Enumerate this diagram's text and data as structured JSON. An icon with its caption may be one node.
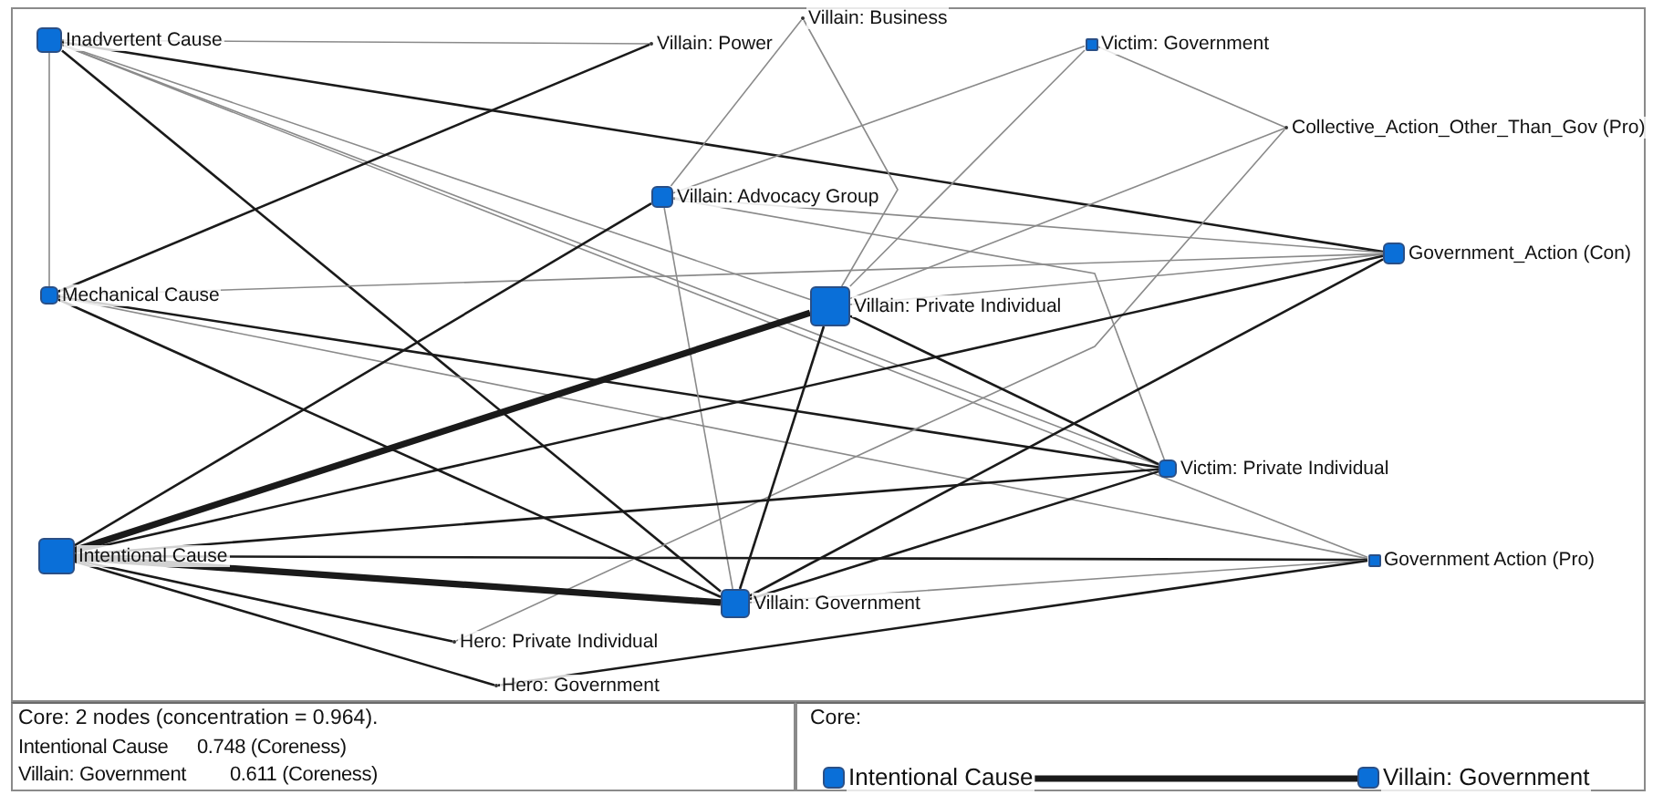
{
  "diagram": {
    "nodes": [
      {
        "text": [
          "Inadvertent Cause"
        ]
      },
      {
        "text": [
          "Villain: Power"
        ]
      },
      {
        "text": [
          "Villain: Business"
        ]
      },
      {
        "text": [
          "Victim: Government"
        ]
      },
      {
        "text": [
          "Collective_Action_Other_Than_Gov (Pro)"
        ]
      },
      {
        "text": [
          "Villain: Advocacy Group"
        ]
      },
      {
        "text": [
          "Mechanical Cause"
        ]
      },
      {
        "text": [
          "Government_Action (Con)"
        ]
      },
      {
        "text": [
          "Villain: Private Individual"
        ]
      },
      {
        "text": [
          "Victim: Private Individual"
        ]
      },
      {
        "text": [
          "Intentional Cause"
        ]
      },
      {
        "text": [
          "Government Action (Pro)"
        ]
      },
      {
        "text": [
          "Villain: Government"
        ]
      },
      {
        "text": [
          "Hero: Private Individual"
        ]
      },
      {
        "text": [
          "Hero: Government"
        ]
      },
      {
        "text": [
          "Intentional Cause"
        ]
      },
      {
        "text": [
          "Villain: Government"
        ]
      }
    ],
    "edges": [
      {
        "from": 0,
        "to": 1,
        "arrow": "none"
      },
      {
        "from": 0,
        "to": 6,
        "arrow": "none"
      },
      {
        "from": 0,
        "to": 12,
        "arrow": "none",
        "color": "#1a1a1a"
      },
      {
        "from": 0,
        "to": 7,
        "arrow": "none",
        "color": "#1a1a1a"
      },
      {
        "from": 0,
        "to": 8,
        "arrow": "none"
      },
      {
        "from": 0,
        "to": 9,
        "arrow": "none"
      },
      {
        "from": 0,
        "to": 11,
        "arrow": "none"
      },
      {
        "from": 6,
        "to": 1,
        "arrow": "none",
        "color": "#1a1a1a"
      },
      {
        "from": 6,
        "to": 7,
        "arrow": "none"
      },
      {
        "from": 6,
        "to": 12,
        "arrow": "none",
        "color": "#1a1a1a"
      },
      {
        "from": 6,
        "to": 9,
        "arrow": "none",
        "color": "#1a1a1a"
      },
      {
        "from": 6,
        "to": 11,
        "arrow": "none"
      },
      {
        "from": 2,
        "to": 5,
        "arrow": "none"
      },
      {
        "from": 2,
        "to": 8,
        "arrow": "none"
      },
      {
        "from": 3,
        "to": 5,
        "arrow": "none"
      },
      {
        "from": 3,
        "to": 8,
        "arrow": "none"
      },
      {
        "from": 3,
        "to": 4,
        "arrow": "none"
      },
      {
        "from": 4,
        "to": 13,
        "arrow": "none"
      },
      {
        "from": 4,
        "to": 8,
        "arrow": "none"
      },
      {
        "from": 5,
        "to": 10,
        "arrow": "none",
        "color": "#1a1a1a"
      },
      {
        "from": 5,
        "to": 7,
        "arrow": "none"
      },
      {
        "from": 5,
        "to": 12,
        "arrow": "none"
      },
      {
        "from": 5,
        "to": 9,
        "arrow": "none"
      },
      {
        "from": 8,
        "to": 10,
        "arrow": "none",
        "style": "thick",
        "color": "#1a1a1a"
      },
      {
        "from": 8,
        "to": 7,
        "arrow": "none"
      },
      {
        "from": 8,
        "to": 12,
        "arrow": "none",
        "color": "#1a1a1a"
      },
      {
        "from": 8,
        "to": 9,
        "arrow": "none",
        "color": "#1a1a1a"
      },
      {
        "from": 7,
        "to": 10,
        "arrow": "none",
        "color": "#1a1a1a"
      },
      {
        "from": 7,
        "to": 12,
        "arrow": "none",
        "color": "#1a1a1a"
      },
      {
        "from": 9,
        "to": 10,
        "arrow": "none",
        "color": "#1a1a1a"
      },
      {
        "from": 9,
        "to": 12,
        "arrow": "none",
        "color": "#1a1a1a"
      },
      {
        "from": 11,
        "to": 10,
        "arrow": "none",
        "color": "#1a1a1a"
      },
      {
        "from": 11,
        "to": 12,
        "arrow": "none"
      },
      {
        "from": 11,
        "to": 14,
        "arrow": "none",
        "color": "#1a1a1a"
      },
      {
        "from": 10,
        "to": 12,
        "arrow": "none",
        "style": "thick",
        "color": "#1a1a1a"
      },
      {
        "from": 10,
        "to": 13,
        "arrow": "none",
        "color": "#1a1a1a"
      },
      {
        "from": 10,
        "to": 14,
        "arrow": "none",
        "color": "#1a1a1a"
      },
      {
        "from": 15,
        "to": 16,
        "arrow": "none",
        "style": "thick",
        "color": "#1a1a1a"
      }
    ],
    "labels": [
      "Core: 2 nodes (concentration = 0.964).",
      "Intentional Cause",
      "0.748 (Coreness)",
      "Villain: Government",
      "0.611 (Coreness)",
      "Core:"
    ]
  }
}
